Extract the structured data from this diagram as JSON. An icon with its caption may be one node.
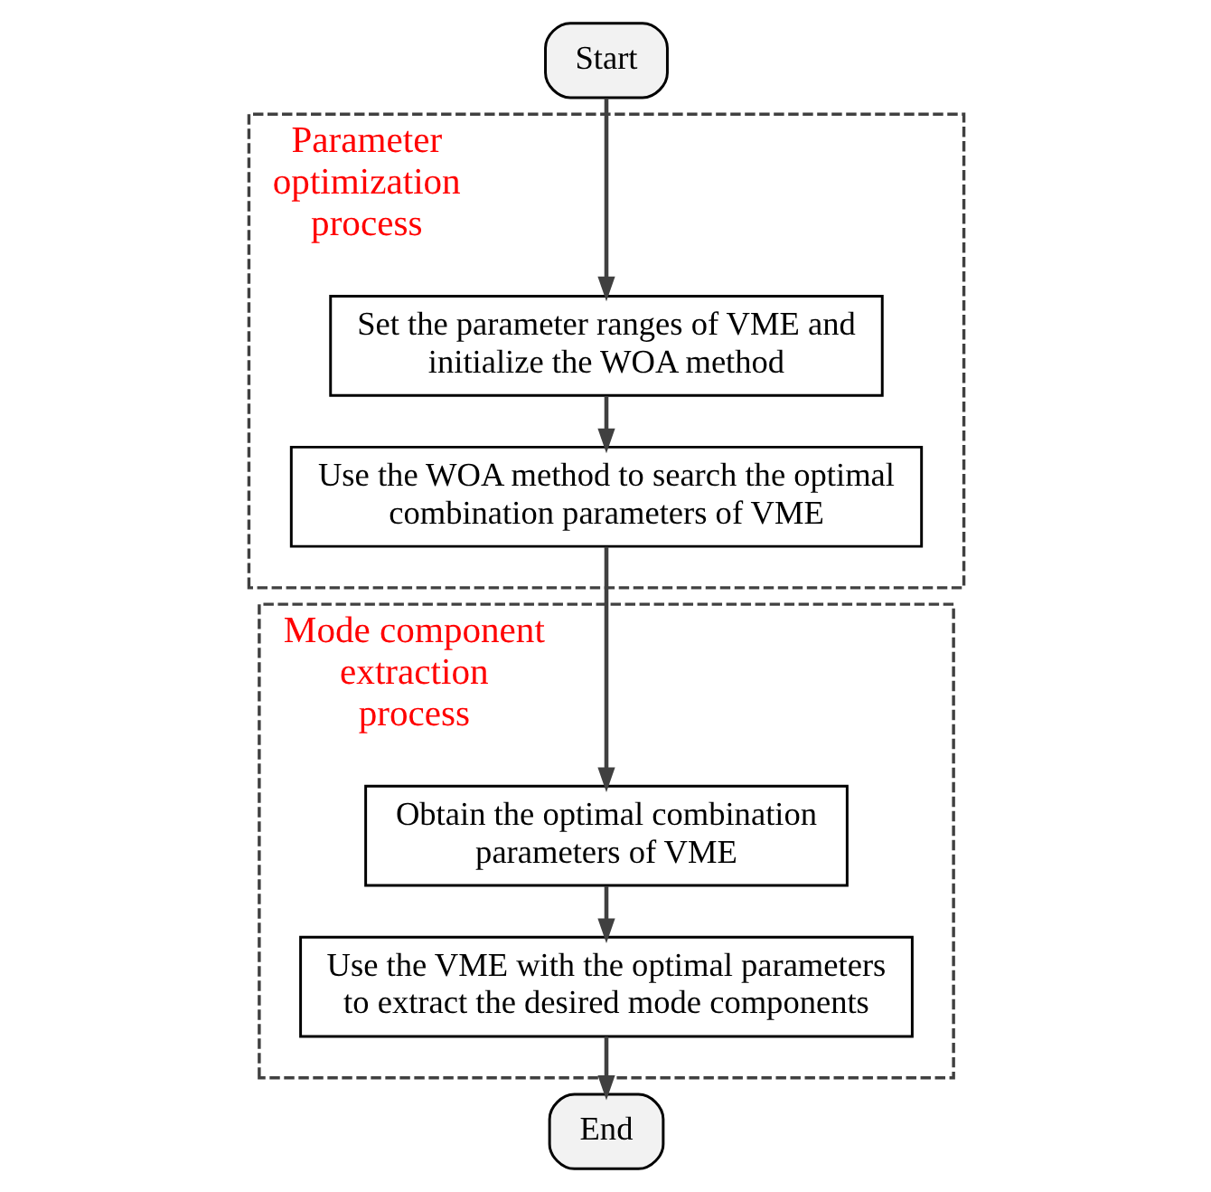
{
  "diagram": {
    "nodes": [
      {
        "text": [
          "Start"
        ]
      },
      {
        "text": [
          "Parameter optimization process"
        ]
      },
      {
        "text": [
          "Set the parameter ranges of VME and initialize the WOA method"
        ],
        "in": 1
      },
      {
        "text": [
          "Use the WOA method to search the optimal combination parameters of VME"
        ],
        "in": 1
      },
      {
        "text": [
          "Mode component extraction process"
        ]
      },
      {
        "text": [
          "Obtain the optimal combination parameters of VME"
        ],
        "in": 4
      },
      {
        "text": [
          "Use the VME with the optimal parameters to extract the desired mode components"
        ],
        "in": 4
      },
      {
        "text": [
          "End"
        ]
      }
    ],
    "edges": [
      {
        "from": 0,
        "to": 2,
        "arrow": "to"
      },
      {
        "from": 2,
        "to": 3,
        "arrow": "to"
      },
      {
        "from": 3,
        "to": 5,
        "arrow": "to"
      },
      {
        "from": 5,
        "to": 6,
        "arrow": "to"
      },
      {
        "from": 6,
        "to": 7,
        "arrow": "to"
      }
    ]
  }
}
